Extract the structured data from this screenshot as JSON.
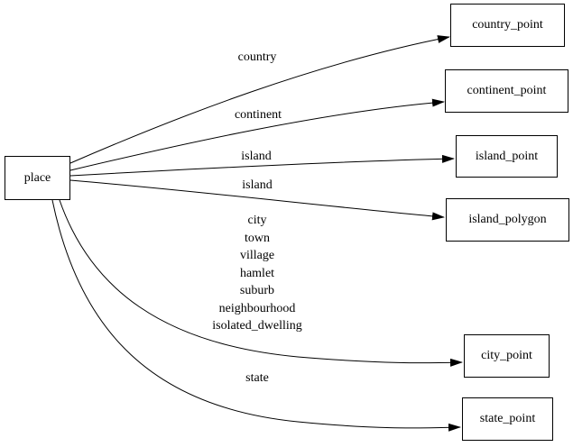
{
  "diagram": {
    "type": "directed-graph",
    "background_color": "#ffffff",
    "line_color": "#000000",
    "text_color": "#000000",
    "nodes": [
      {
        "id": "place",
        "label": "place"
      },
      {
        "id": "country_point",
        "label": "country_point"
      },
      {
        "id": "continent_point",
        "label": "continent_point"
      },
      {
        "id": "island_point",
        "label": "island_point"
      },
      {
        "id": "island_polygon",
        "label": "island_polygon"
      },
      {
        "id": "city_point",
        "label": "city_point"
      },
      {
        "id": "state_point",
        "label": "state_point"
      }
    ],
    "edges": [
      {
        "from": "place",
        "to": "country_point",
        "label": "country"
      },
      {
        "from": "place",
        "to": "continent_point",
        "label": "continent"
      },
      {
        "from": "place",
        "to": "island_point",
        "label": "island"
      },
      {
        "from": "place",
        "to": "island_polygon",
        "label": "island"
      },
      {
        "from": "place",
        "to": "city_point",
        "label": "city\ntown\nvillage\nhamlet\nsuburb\nneighbourhood\nisolated_dwelling"
      },
      {
        "from": "place",
        "to": "state_point",
        "label": "state"
      }
    ]
  }
}
